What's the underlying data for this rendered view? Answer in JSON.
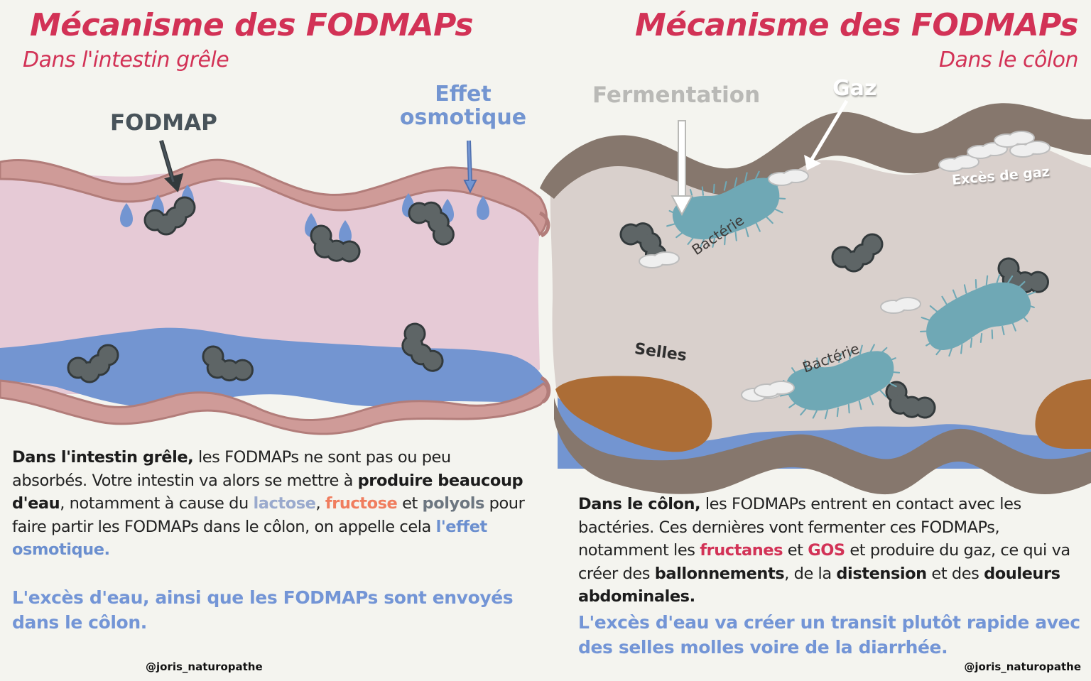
{
  "left_panel": {
    "title": "Mécanisme des FODMAPs",
    "subtitle": "Dans l'intestin grêle",
    "labels": {
      "fodmap": "FODMAP",
      "effet_line1": "Effet",
      "effet_line2": "osmotique"
    },
    "paragraph": {
      "lead": "Dans l'intestin grêle,",
      "t1": " les FODMAPs ne sont pas ou peu absorbés. Votre intestin va alors se mettre à ",
      "bold1": "produire beaucoup d'eau",
      "t2": ", notamment à cause du ",
      "lactose": "lactose",
      "t3": ", ",
      "fructose": "fructose",
      "t4": " et ",
      "polyols": "polyols",
      "t5": " pour faire partir les FODMAPs dans le côlon, on appelle cela ",
      "effet": "l'effet osmotique."
    },
    "note": "L'excès d'eau, ainsi que les FODMAPs sont envoyés dans le côlon.",
    "credit": "@joris_naturopathe"
  },
  "right_panel": {
    "title": "Mécanisme des FODMAPs",
    "subtitle": "Dans le côlon",
    "labels": {
      "fermentation": "Fermentation",
      "gaz": "Gaz",
      "exces_gaz": "Excès de gaz",
      "bacterie_1": "Bactérie",
      "bacterie_2": "Bactérie",
      "selles": "Selles"
    },
    "paragraph": {
      "lead": "Dans le côlon,",
      "t1": " les FODMAPs entrent en contact avec les bactéries. Ces dernières vont fermenter ces FODMAPs, notamment les ",
      "fructanes": "fructanes",
      "t2": " et ",
      "gos": "GOS",
      "t3": " et produire du gaz, ce qui va créer des ",
      "bold1": "ballonnements",
      "t4": ", de la ",
      "bold2": "distension",
      "t5": " et des ",
      "bold3": "douleurs abdominales."
    },
    "note": "L'excès d'eau va créer un transit plutôt rapide avec des selles molles voire de la diarrhée.",
    "credit": "@joris_naturopathe"
  },
  "colors": {
    "title_red": "#d23256",
    "water_blue": "#7395d1",
    "small_intestine_wall": "#cf9b98",
    "small_intestine_lumen": "#e6cad6",
    "colon_wall": "#86776d",
    "colon_lumen": "#d9d0cc",
    "bacteria_teal": "#6fa8b5",
    "fodmap_grey": "#5e6566",
    "stool_brown": "#ac6d36"
  }
}
